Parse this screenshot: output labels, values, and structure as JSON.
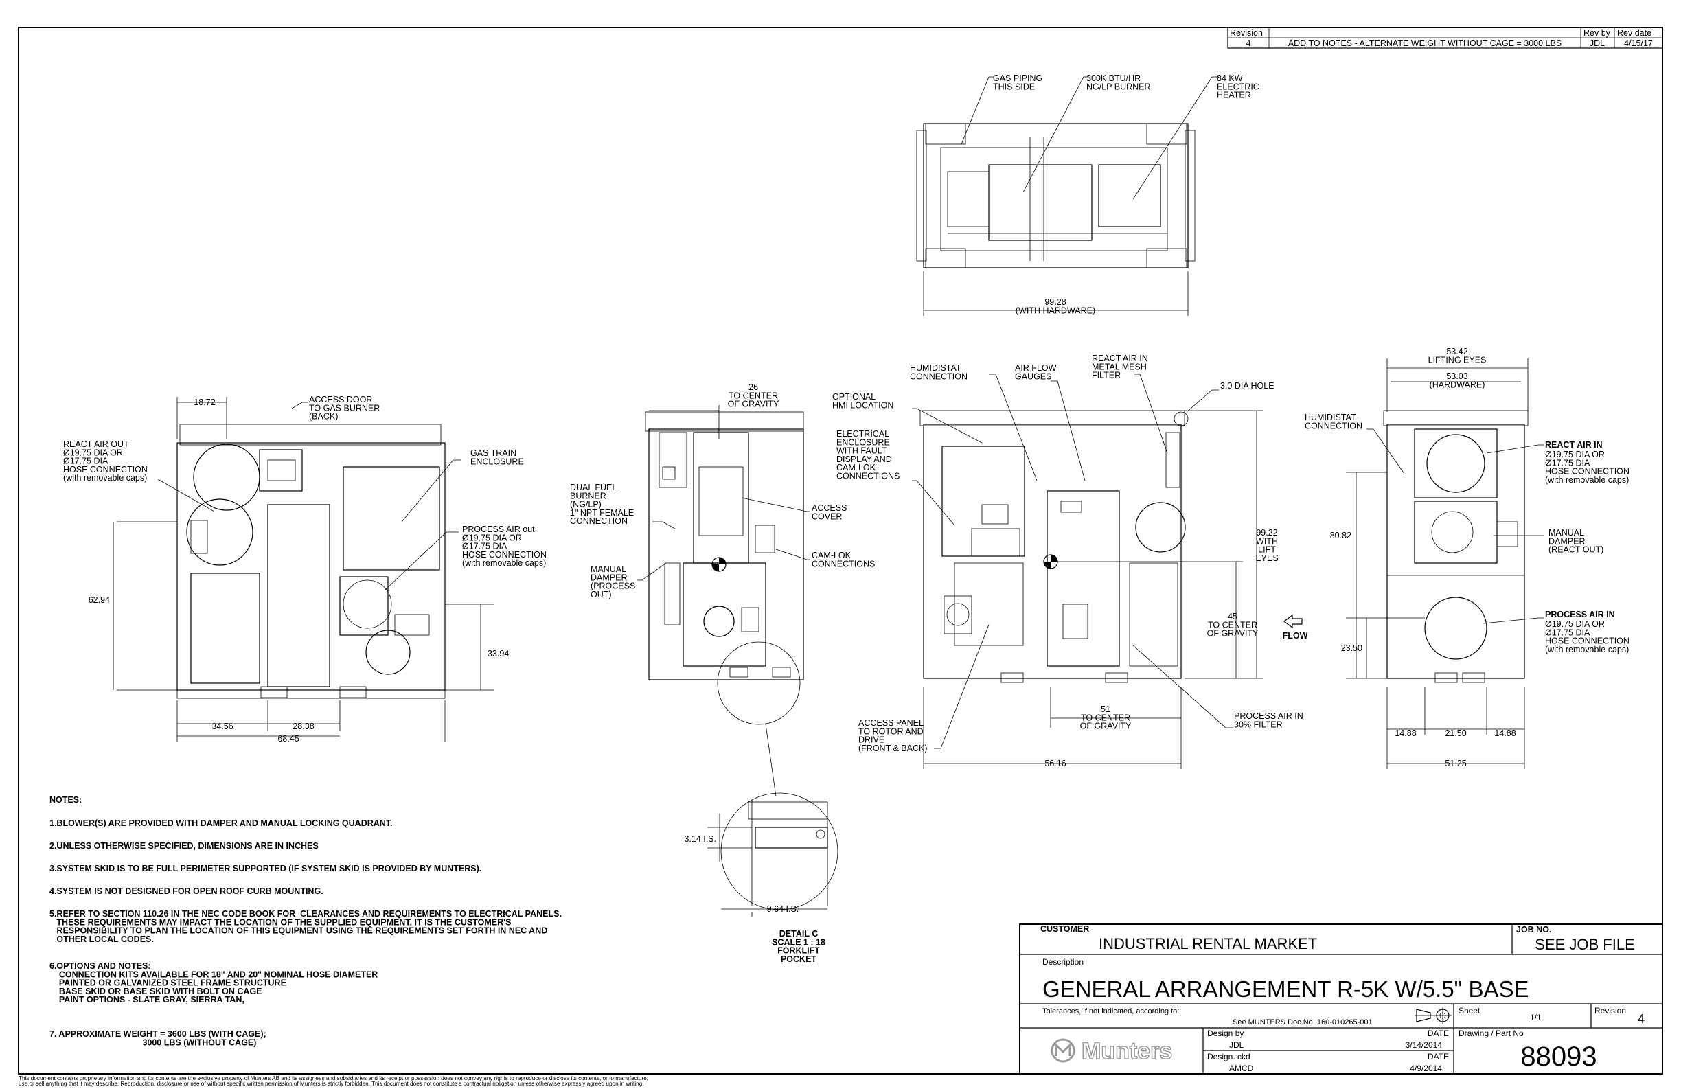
{
  "revision_table": {
    "headers": [
      "Revision",
      "Rev by",
      "Rev date"
    ],
    "rows": [
      {
        "rev": "4",
        "desc": "ADD TO NOTES - ALTERNATE WEIGHT WITHOUT CAGE = 3000 LBS",
        "by": "JDL",
        "date": "4/15/17"
      }
    ]
  },
  "top_view": {
    "labels": [
      "GAS PIPING\nTHIS SIDE",
      "300K BTU/HR\nNG/LP BURNER",
      "84 KW\nELECTRIC\nHEATER"
    ],
    "dim_width": "99.28\n(WITH HARDWARE)"
  },
  "left_view": {
    "labels": {
      "react_air_out": "REACT AIR OUT\nØ19.75 DIA OR\nØ17.75 DIA\nHOSE CONNECTION\n(with removable caps)",
      "access_door": "ACCESS DOOR\nTO GAS BURNER\n(BACK)",
      "gas_train": "GAS TRAIN\nENCLOSURE",
      "process_air_out": "PROCESS AIR out\nØ19.75 DIA OR\nØ17.75 DIA\nHOSE CONNECTION\n(with removable caps)"
    },
    "dims": {
      "top": "18.72",
      "height": "62.94",
      "right": "33.94",
      "b1": "34.56",
      "b2": "28.38",
      "b3": "68.45"
    }
  },
  "mid_view": {
    "labels": {
      "cg": "26\nTO CENTER\nOF GRAVITY",
      "dual_fuel": "DUAL FUEL\nBURNER\n(NG/LP)\n1\" NPT FEMALE\nCONNECTION",
      "manual_damper": "MANUAL\nDAMPER\n(PROCESS\nOUT)",
      "access_cover": "ACCESS\nCOVER",
      "camlok": "CAM-LOK\nCONNECTIONS"
    }
  },
  "front_view": {
    "labels": {
      "optional_hmi": "OPTIONAL\nHMI LOCATION",
      "humidistat": "HUMIDISTAT\nCONNECTION",
      "air_flow": "AIR FLOW\nGAUGES",
      "react_filter": "REACT AIR IN\nMETAL MESH\nFILTER",
      "hole": "3.0 DIA HOLE",
      "elec_encl": "ELECTRICAL\nENCLOSURE\nWITH FAULT\nDISPLAY AND\nCAM-LOK\nCONNECTIONS",
      "access_panel": "ACCESS PANEL\nTO ROTOR AND\nDRIVE\n(FRONT & BACK)",
      "process_filter": "PROCESS AIR IN\n30% FILTER"
    },
    "dims": {
      "lift": "99.22\nWITH\nLIFT\nEYES",
      "cg_v": "45\nTO CENTER\nOF GRAVITY",
      "cg_h": "51\nTO CENTER\nOF GRAVITY",
      "width": "56.16"
    },
    "flow": "FLOW"
  },
  "right_view": {
    "labels": {
      "humidistat": "HUMIDISTAT\nCONNECTION",
      "react_in_title": "REACT AIR IN",
      "react_in": "Ø19.75 DIA OR\nØ17.75 DIA\nHOSE CONNECTION\n(with removable caps)",
      "manual_damper": "MANUAL\nDAMPER\n(REACT OUT)",
      "process_in_title": "PROCESS AIR IN",
      "process_in": "Ø19.75 DIA OR\nØ17.75 DIA\nHOSE CONNECTION\n(with removable caps)"
    },
    "dims": {
      "lifting": "53.42\nLIFTING EYES",
      "hardware": "53.03\n(HARDWARE)",
      "height": "80.82",
      "h2": "23.50",
      "b1": "14.88",
      "b2": "21.50",
      "b3": "14.88",
      "width": "51.25"
    }
  },
  "detail": {
    "dims": {
      "v": "3.14 I.S.",
      "h": "9.64  I.S."
    },
    "caption": "DETAIL C\nSCALE 1 : 18\nFORKLIFT\nPOCKET"
  },
  "notes": {
    "title": "NOTES:",
    "items": [
      "1.BLOWER(S) ARE PROVIDED WITH DAMPER AND MANUAL LOCKING QUADRANT.",
      "2.UNLESS OTHERWISE SPECIFIED, DIMENSIONS ARE IN INCHES",
      "3.SYSTEM SKID IS TO BE FULL PERIMETER SUPPORTED (IF SYSTEM SKID IS PROVIDED BY MUNTERS).",
      "4.SYSTEM IS NOT DESIGNED FOR OPEN ROOF CURB MOUNTING.",
      "5.REFER TO SECTION 110.26 IN THE NEC CODE BOOK FOR  CLEARANCES AND REQUIREMENTS TO ELECTRICAL PANELS.\n   THESE REQUIREMENTS MAY IMPACT THE LOCATION OF THE SUPPLIED EQUIPMENT. IT IS THE CUSTOMER'S\n   RESPONSIBILITY TO PLAN THE LOCATION OF THIS EQUIPMENT USING THE REQUIREMENTS SET FORTH IN NEC AND\n   OTHER LOCAL CODES.",
      "6.OPTIONS AND NOTES:\n    CONNECTION KITS AVAILABLE FOR 18\" AND 20\" NOMINAL HOSE DIAMETER\n    PAINTED OR GALVANIZED STEEL FRAME STRUCTURE\n    BASE SKID OR BASE SKID WITH BOLT ON CAGE\n    PAINT OPTIONS - SLATE GRAY, SIERRA TAN,",
      "7. APPROXIMATE WEIGHT = 3600 LBS (WITH CAGE);\n                                       3000 LBS (WITHOUT CAGE)"
    ]
  },
  "title_block": {
    "customer_label": "CUSTOMER",
    "customer": "INDUSTRIAL RENTAL MARKET",
    "job_label": "JOB NO.",
    "job": "SEE JOB FILE",
    "desc_label": "Description",
    "desc": "GENERAL ARRANGEMENT R-5K W/5.5\" BASE",
    "tol_label": "Tolerances, if not indicated, according to:",
    "tol_doc": "See MUNTERS Doc.No. 160-010265-001",
    "sheet_label": "Sheet",
    "sheet": "1/1",
    "rev_label": "Revision",
    "rev": "4",
    "design_by_label": "Design by",
    "design_by": "JDL",
    "date_label": "DATE",
    "design_date": "3/14/2014",
    "ckd_label": "Design. ckd",
    "ckd_by": "AMCD",
    "ckd_date": "4/9/2014",
    "part_label": "Drawing / Part No",
    "part": "88093",
    "logo": "Munters"
  },
  "disclaimer": "This document contains proprietary information and its contents are the exclusive property of Munters AB and its assignees and subsidiaries and its receipt or possession does not convey any rights to reproduce or disclose its contents, or to manufacture,\nuse or sell anything that it may describe. Reproduction, disclosure or use of without specific written permission of Munters is strictly forbidden. This document does not constitute a contractual obligation unless otherwise expressly agreed upon in writing."
}
